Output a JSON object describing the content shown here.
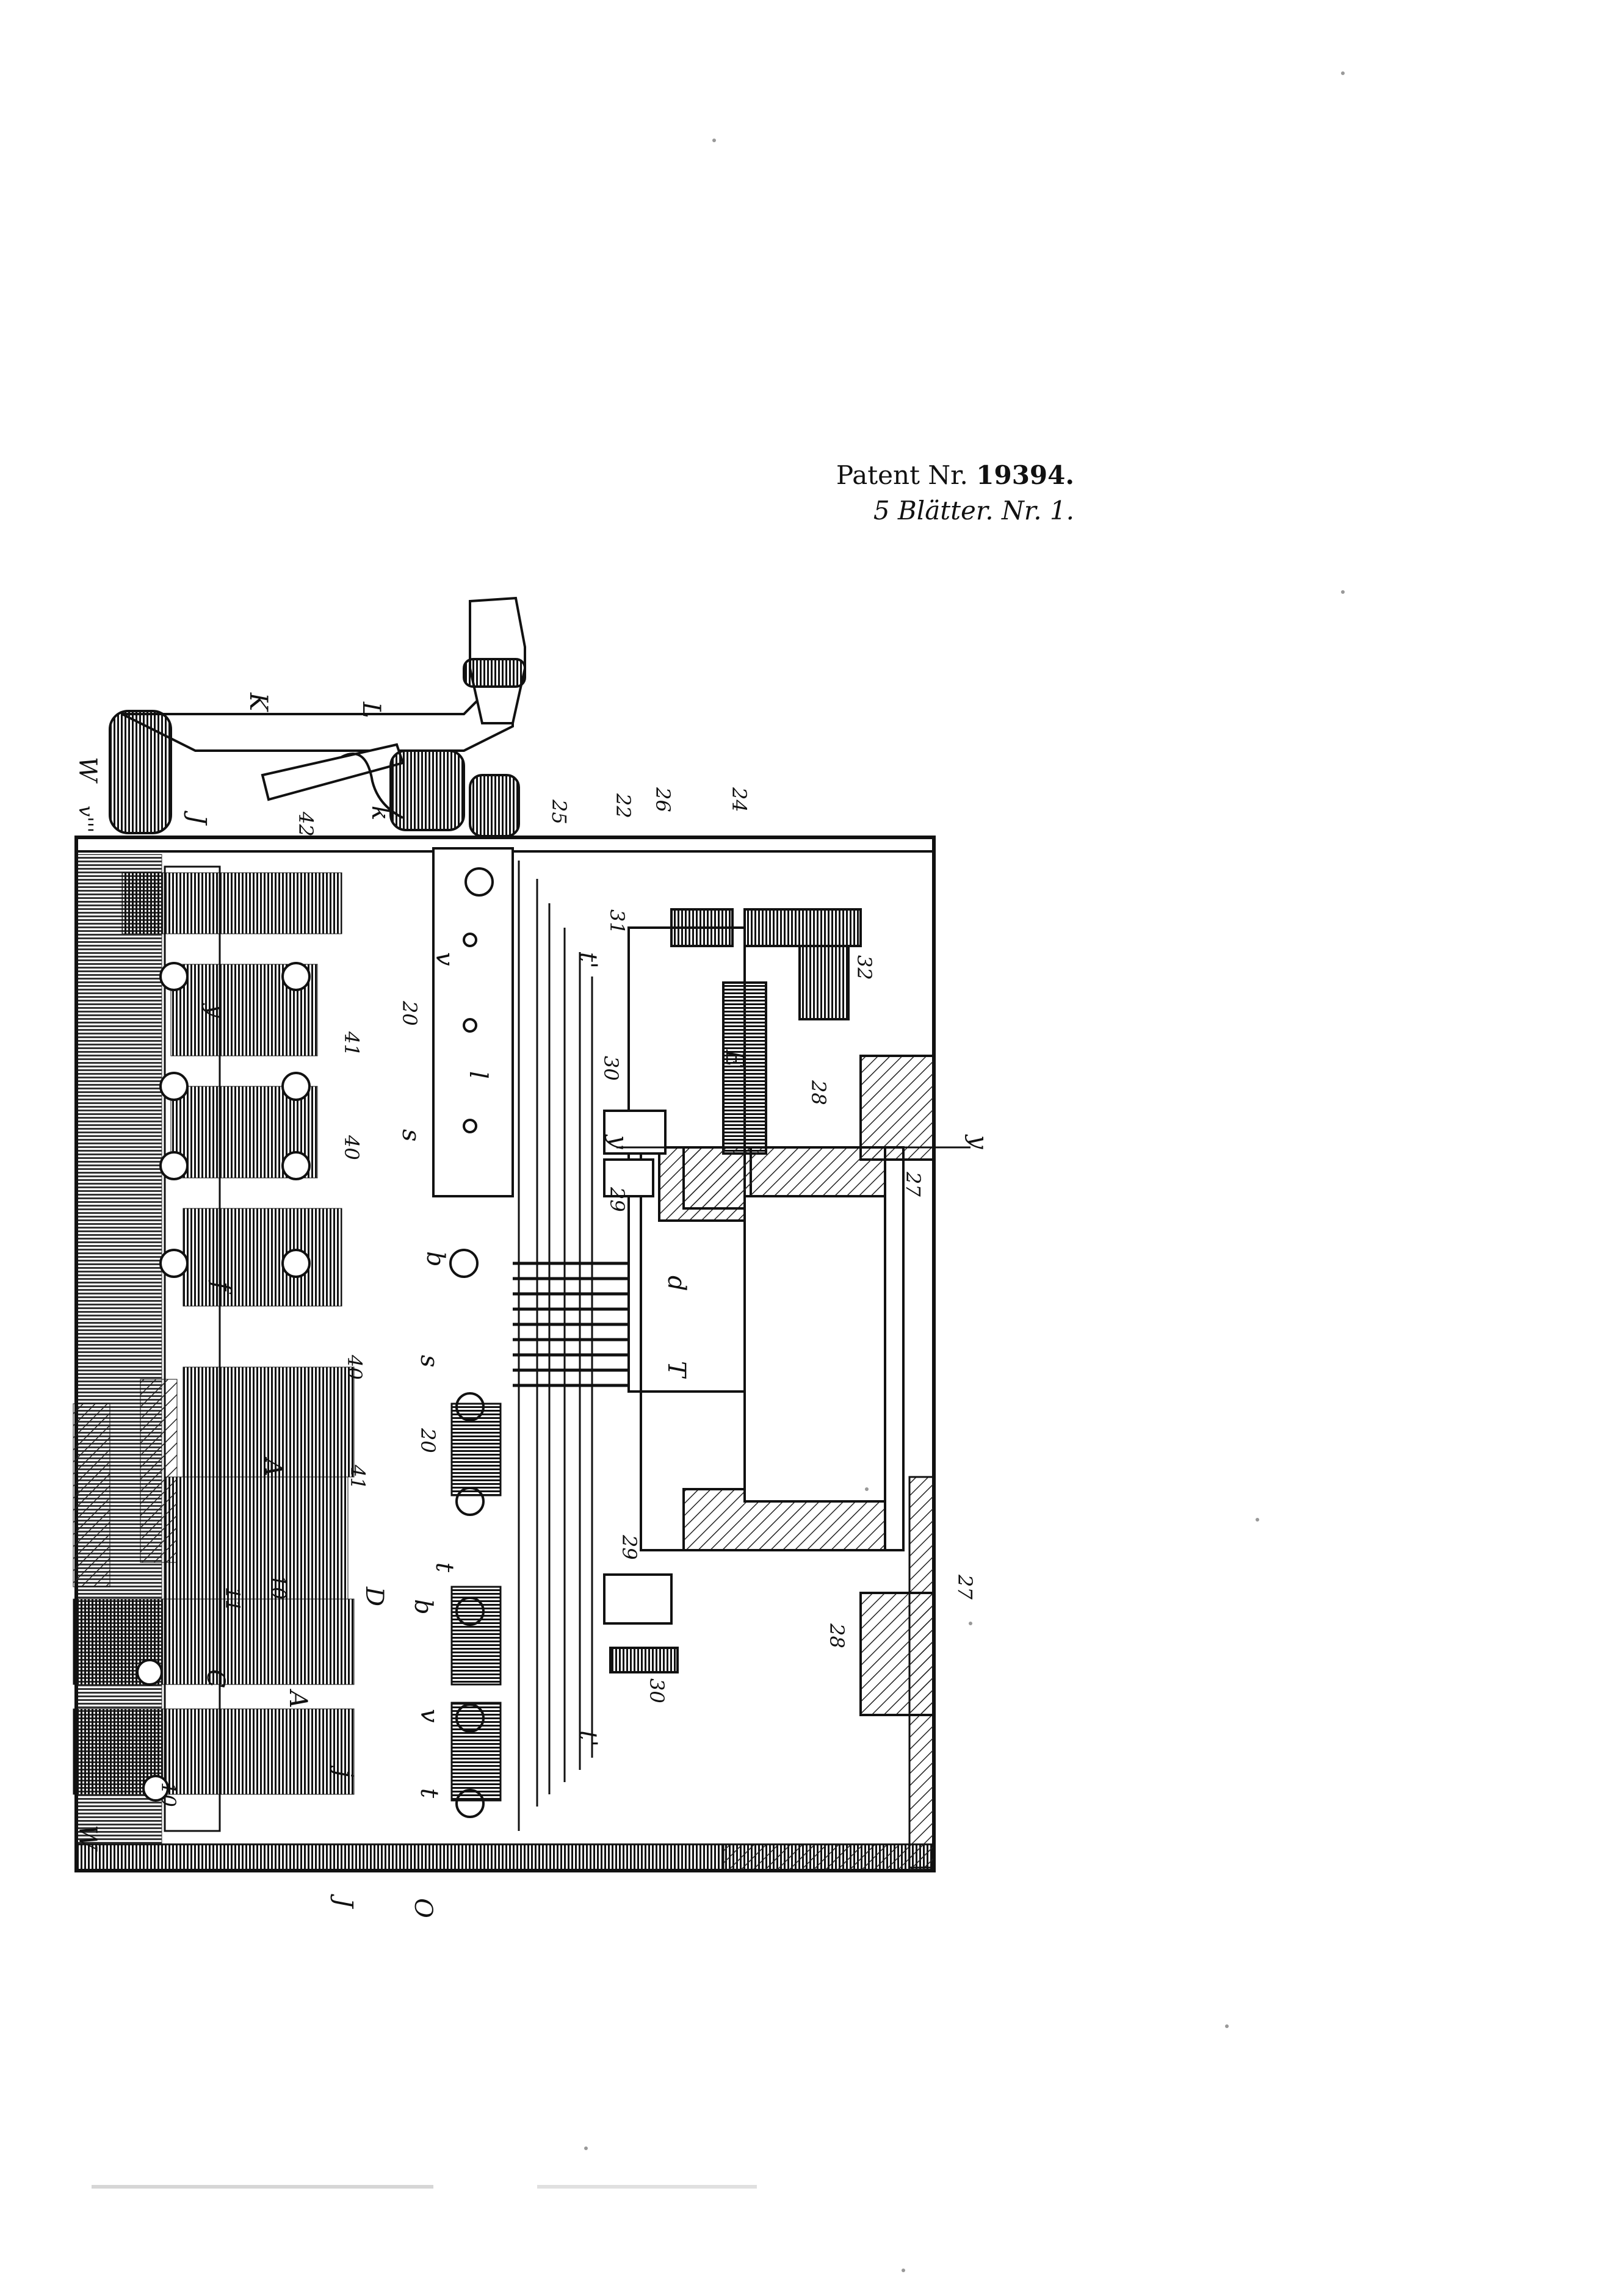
{
  "header": {
    "patent_prefix": "Patent Nr.",
    "patent_number": "19394.",
    "sheet_info": "5 Blätter. Nr. 1."
  },
  "figure": {
    "labels": {
      "K": "K",
      "L": "L",
      "W_top": "W",
      "v_top": "v'''",
      "J_top": "J",
      "n42": "42",
      "k": "k",
      "n25": "25",
      "n22": "22",
      "n26": "26",
      "n24": "24",
      "n31": "31",
      "t1_top": "t'",
      "n32": "32",
      "v_mid": "v",
      "y1": "y",
      "n20_top": "20",
      "n41_top": "41",
      "l": "l",
      "n40_top": "40",
      "s_top": "s",
      "n30_top": "30",
      "E": "E",
      "n28_top": "28",
      "y2": "y",
      "n27_top": "27",
      "y_axis": "y",
      "n29_top": "29",
      "d": "d",
      "b_top": "b",
      "f": "f",
      "T": "T",
      "n40_mid": "40",
      "s_mid": "s",
      "n20_mid": "20",
      "A_mid": "A",
      "n41_mid": "41",
      "n29_bot": "29",
      "t_mid": "t",
      "D": "D",
      "b_bot": "b",
      "n11": "11",
      "n10_top": "10",
      "n27_bot": "27",
      "n28_bot": "28",
      "n30_bot": "30",
      "C": "C",
      "A_bot": "A",
      "v_bot": "v",
      "t1_bot": "t'",
      "n10_bot": "10",
      "j": "j",
      "t_bot": "t",
      "W_bot": "W",
      "J_bot": "J",
      "O": "O"
    }
  }
}
